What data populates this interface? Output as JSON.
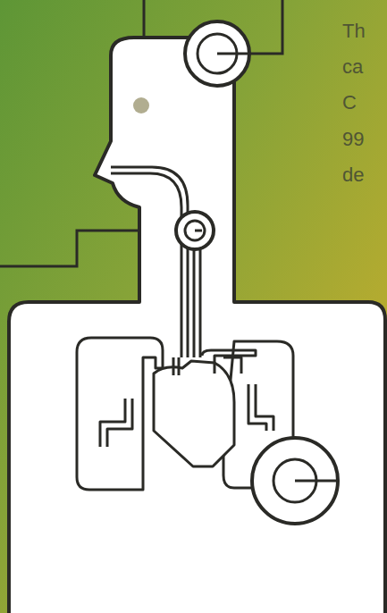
{
  "diagram": {
    "labels": [
      "Th",
      "ca",
      "C",
      "99",
      "de"
    ]
  }
}
